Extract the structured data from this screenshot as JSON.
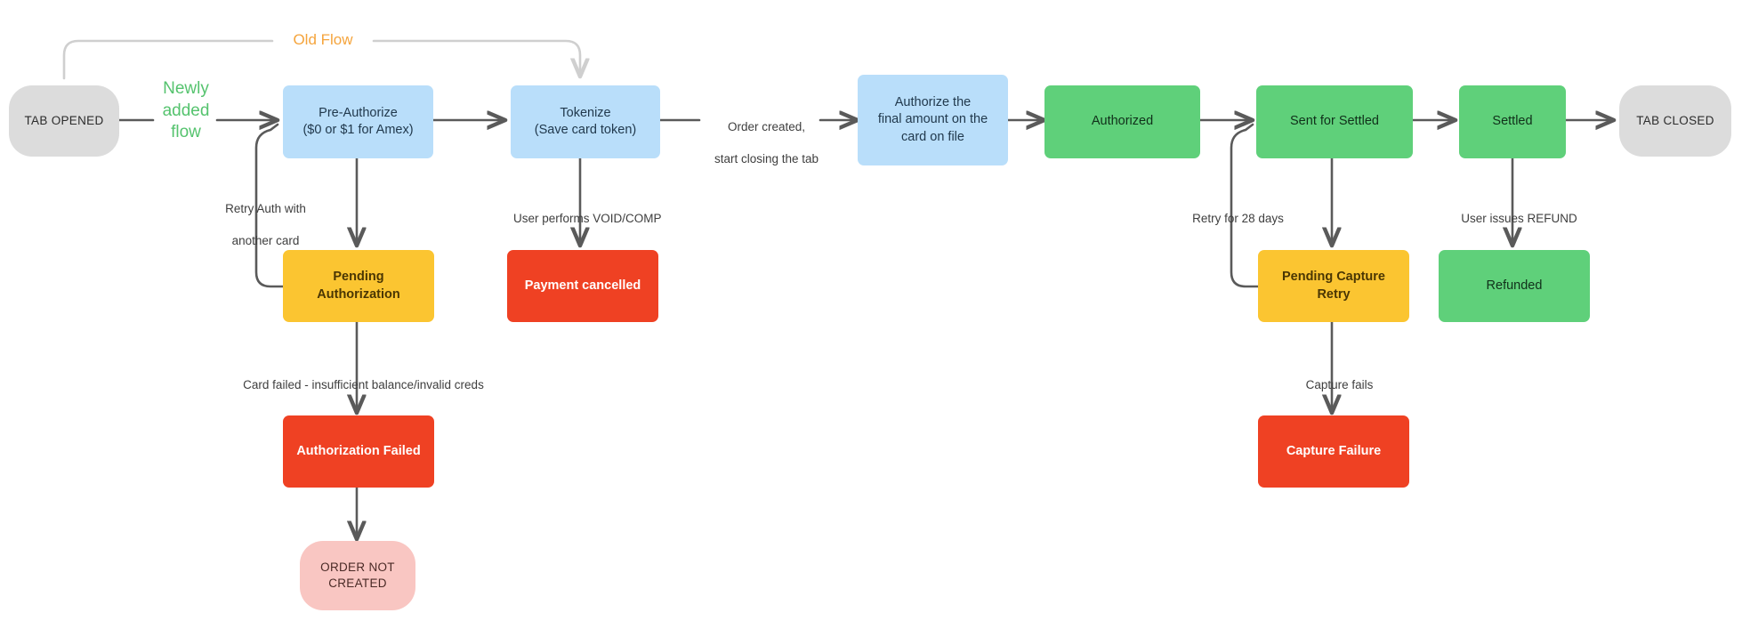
{
  "diagram": {
    "title": "Tab payment authorization and settlement flow",
    "colors": {
      "blue": "#b9defa",
      "green": "#5fd07a",
      "yellow": "#fbc531",
      "red": "#ef4123",
      "grey_pill": "#dcdcdc",
      "pink_pill": "#f9c6c2",
      "arrow": "#5a5a5a",
      "old_flow_line": "#cfcfcf",
      "old_flow_text": "#f5a43c",
      "new_flow_text": "#55c36e"
    },
    "flow_labels": {
      "old_flow": "Old Flow",
      "new_flow_line1": "Newly",
      "new_flow_line2": "added",
      "new_flow_line3": "flow"
    },
    "nodes": {
      "tab_opened": {
        "label": "TAB OPENED",
        "shape": "pill",
        "color": "grey"
      },
      "pre_authorize_line1": "Pre-Authorize",
      "pre_authorize_line2": "($0 or $1 for Amex)",
      "tokenize_line1": "Tokenize",
      "tokenize_line2": "(Save card token)",
      "authorize_final_line1": "Authorize the",
      "authorize_final_line2": "final amount on the",
      "authorize_final_line3": "card on file",
      "authorized": "Authorized",
      "sent_for_settled": "Sent for Settled",
      "settled": "Settled",
      "tab_closed": "TAB CLOSED",
      "pending_authorization": "Pending Authorization",
      "payment_cancelled": "Payment cancelled",
      "authorization_failed": "Authorization Failed",
      "order_not_created_line1": "ORDER NOT",
      "order_not_created_line2": "CREATED",
      "pending_capture_retry": "Pending Capture Retry",
      "capture_failure": "Capture Failure",
      "refunded": "Refunded"
    },
    "edge_labels": {
      "retry_auth_line1": "Retry Auth with",
      "retry_auth_line2": "another card",
      "user_void_comp": "User performs VOID/COMP",
      "order_created_line1": "Order created,",
      "order_created_line2": "start closing the tab",
      "card_failed": "Card failed - insufficient balance/invalid creds",
      "retry_28_days": "Retry for 28 days",
      "capture_fails": "Capture fails",
      "user_issues_refund": "User issues REFUND"
    }
  }
}
